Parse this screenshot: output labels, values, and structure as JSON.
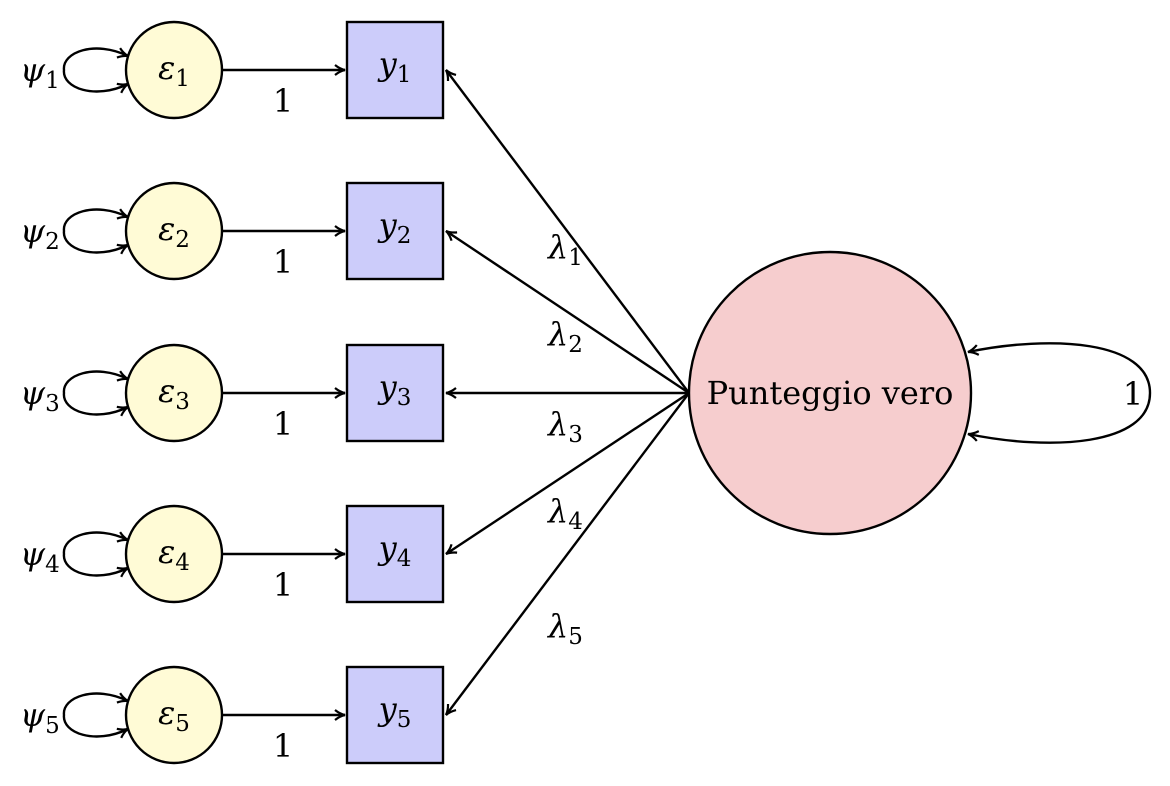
{
  "colors": {
    "error_fill": "#fffbd6",
    "observed_fill": "#ccccfa",
    "latent_fill": "#f6cdce",
    "stroke": "#000000"
  },
  "latent": {
    "label": "Punteggio vero",
    "variance_label": "1"
  },
  "rows": [
    {
      "psi": "ψ",
      "psi_sub": "1",
      "eps": "ε",
      "eps_sub": "1",
      "y": "y",
      "y_sub": "1",
      "path_label": "1",
      "lambda": "λ",
      "lambda_sub": "1"
    },
    {
      "psi": "ψ",
      "psi_sub": "2",
      "eps": "ε",
      "eps_sub": "2",
      "y": "y",
      "y_sub": "2",
      "path_label": "1",
      "lambda": "λ",
      "lambda_sub": "2"
    },
    {
      "psi": "ψ",
      "psi_sub": "3",
      "eps": "ε",
      "eps_sub": "3",
      "y": "y",
      "y_sub": "3",
      "path_label": "1",
      "lambda": "λ",
      "lambda_sub": "3"
    },
    {
      "psi": "ψ",
      "psi_sub": "4",
      "eps": "ε",
      "eps_sub": "4",
      "y": "y",
      "y_sub": "4",
      "path_label": "1",
      "lambda": "λ",
      "lambda_sub": "4"
    },
    {
      "psi": "ψ",
      "psi_sub": "5",
      "eps": "ε",
      "eps_sub": "5",
      "y": "y",
      "y_sub": "5",
      "path_label": "1",
      "lambda": "λ",
      "lambda_sub": "5"
    }
  ]
}
